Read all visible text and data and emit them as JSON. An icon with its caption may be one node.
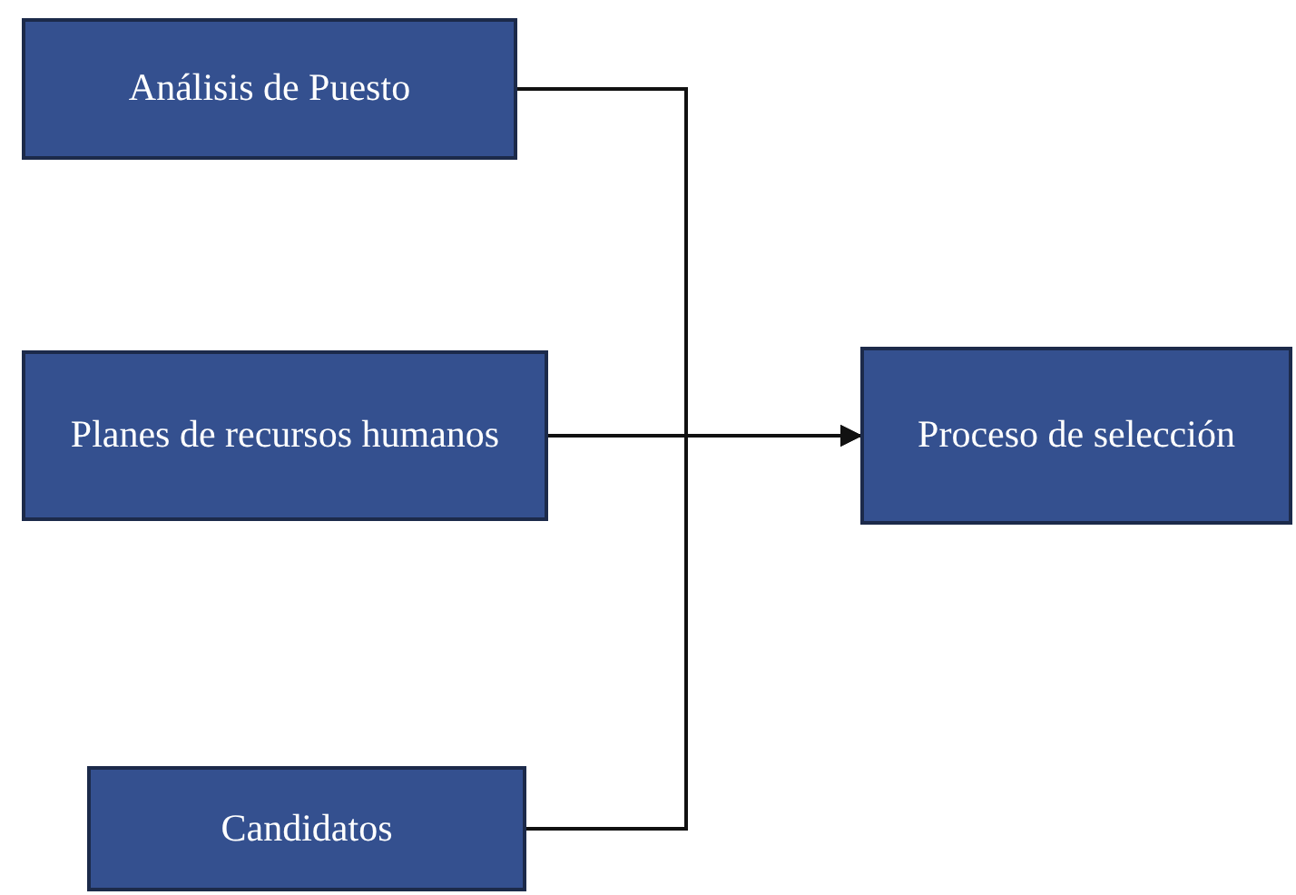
{
  "diagram": {
    "nodes": [
      {
        "text": [
          "Análisis de Puesto"
        ]
      },
      {
        "text": [
          "Planes de recursos humanos"
        ]
      },
      {
        "text": [
          "Candidatos"
        ]
      },
      {
        "text": [
          "Proceso de selección"
        ]
      }
    ],
    "edges": [
      {
        "from": 0,
        "to": 3,
        "arrow": "to"
      },
      {
        "from": 1,
        "to": 3,
        "arrow": "to"
      },
      {
        "from": 2,
        "to": 3,
        "arrow": "to"
      }
    ]
  }
}
